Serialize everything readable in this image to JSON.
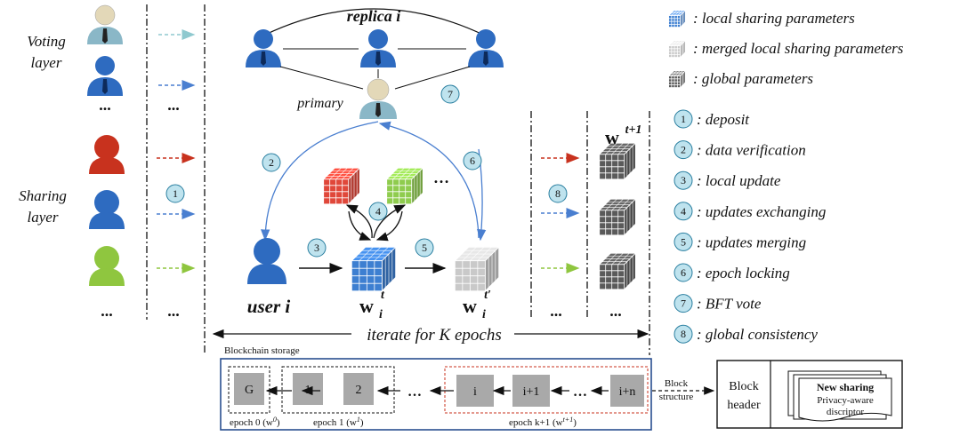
{
  "layers": {
    "voting": "Voting layer",
    "sharing": "Sharing layer"
  },
  "ellipsis": "…",
  "ellipsis_short": "...",
  "nodes": {
    "replica": "replica i",
    "primary": "primary",
    "user": "user i"
  },
  "weights": {
    "w": "w",
    "t": "t",
    "i": "i",
    "t_prime": "t′",
    "global": "t+1"
  },
  "steps": [
    "1",
    "2",
    "3",
    "4",
    "5",
    "6",
    "7",
    "8"
  ],
  "iterate": "iterate for K epochs",
  "blockchain": {
    "title": "Blockchain storage",
    "blocks": [
      "G",
      "1",
      "2",
      "i",
      "i+1",
      "i+n"
    ],
    "epoch0": "epoch 0 (w",
    "epoch0_sup": "0",
    "epoch1": "epoch 1 (w",
    "epoch1_sup": "1",
    "epochk": "epoch k+1 (w",
    "epochk_sup": "t+1",
    "close": ")",
    "block_structure_1": "Block",
    "block_structure_2": "structure",
    "header_1": "Block",
    "header_2": "header",
    "new_sharing": "New sharing",
    "privacy_1": "Privacy-aware",
    "privacy_2": "discriptor"
  },
  "legend": {
    "params": [
      {
        "label": ": local sharing parameters",
        "color": "#3d7fd1"
      },
      {
        "label": ": merged local sharing parameters",
        "color": "#c9c9c9"
      },
      {
        "label": ": global parameters",
        "color": "#5a5a5a"
      }
    ],
    "steps": [
      {
        "num": "1",
        "label": ": deposit"
      },
      {
        "num": "2",
        "label": ": data verification"
      },
      {
        "num": "3",
        "label": ": local update"
      },
      {
        "num": "4",
        "label": ": updates exchanging"
      },
      {
        "num": "5",
        "label": ": updates merging"
      },
      {
        "num": "6",
        "label": ": epoch locking"
      },
      {
        "num": "7",
        "label": ": BFT vote"
      },
      {
        "num": "8",
        "label": ": global consistency"
      }
    ]
  },
  "colors": {
    "blue_user": "#2e6bc0",
    "red_user": "#c8321e",
    "green_user": "#8fc63f",
    "primary_face": "#e3d8b8",
    "primary_body": "#8ab7c7",
    "circle_fill": "#bfe3ee",
    "circle_stroke": "#2a7fa0",
    "cube_red": "#e0473a",
    "cube_green": "#8fcc4e",
    "cube_blue": "#3d7fd1",
    "cube_gray": "#c9c9c9",
    "cube_dark": "#5a5a5a",
    "arrow_blue": "#4a7fd0"
  }
}
